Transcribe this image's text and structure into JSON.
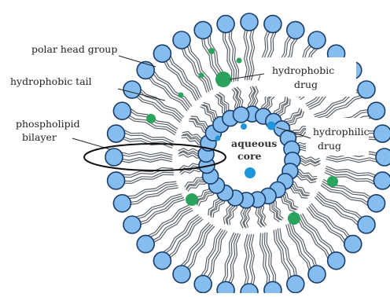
{
  "labels": {
    "polar_head_group": "polar head group",
    "hydrophobic_tail": "hydrophobic tail",
    "phospholipid_line1": "phospholipid",
    "phospholipid_line2": "bilayer",
    "hydrophobic_drug_line1": "hydrophobic",
    "hydrophobic_drug_line2": "drug",
    "hydrophilic_drug_line1": "hydrophilic",
    "hydrophilic_drug_line2": "drug",
    "core_line1": "aqueous",
    "core_line2": "core"
  },
  "colors": {
    "head_fill": "#86bdf0",
    "head_stroke": "#1a3c66",
    "tail_stroke": "#5a6068",
    "tail_fill": "#ffffff",
    "hydrophobic_drug": "#2aa35e",
    "hydrophilic_drug": "#1f96dc",
    "leader_line": "#222222"
  },
  "structure": {
    "outer_heads": 36,
    "inner_heads": 24
  }
}
